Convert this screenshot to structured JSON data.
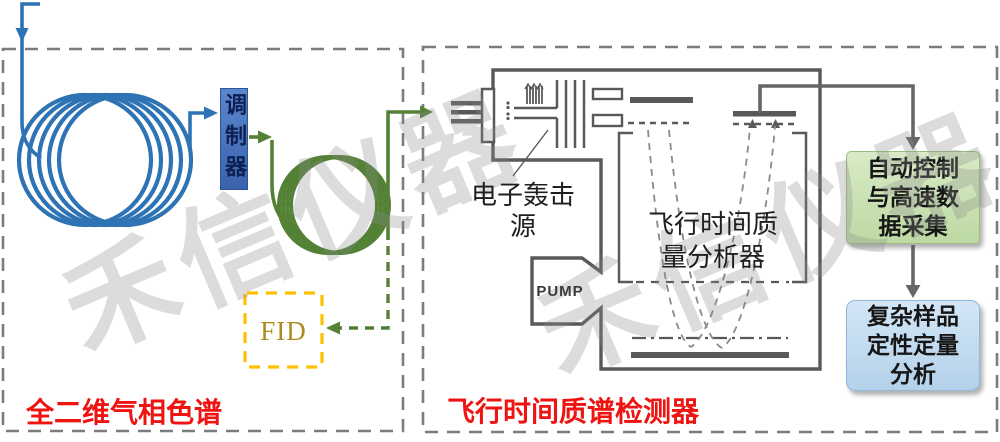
{
  "watermark": {
    "text": "禾信仪器"
  },
  "gc_section": {
    "label": "全二维气相色谱",
    "modulator_label": "调制器",
    "fid_label": "FID"
  },
  "ms_section": {
    "label": "飞行时间质谱检测器",
    "ei_source_line1": "电子轰击",
    "ei_source_line2": "源",
    "pump_label": "PUMP",
    "analyzer_line1": "飞行时间质",
    "analyzer_line2": "量分析器"
  },
  "data_flow": {
    "daq_line1": "自动控制",
    "daq_line2": "与高速数",
    "daq_line3": "据采集",
    "result_line1": "复杂样品",
    "result_line2": "定性定量",
    "result_line3": "分析"
  },
  "colors": {
    "primary_column_blue": "#2e74b5",
    "secondary_column_green": "#538135",
    "modulator_fill_blue": "#4a77c4",
    "fid_gold": "#ffc000",
    "diagram_gray": "#595959",
    "section_label_red": "#ee1411",
    "daq_box_green": "#cde6b9",
    "result_box_blue": "#bdd7ee"
  }
}
